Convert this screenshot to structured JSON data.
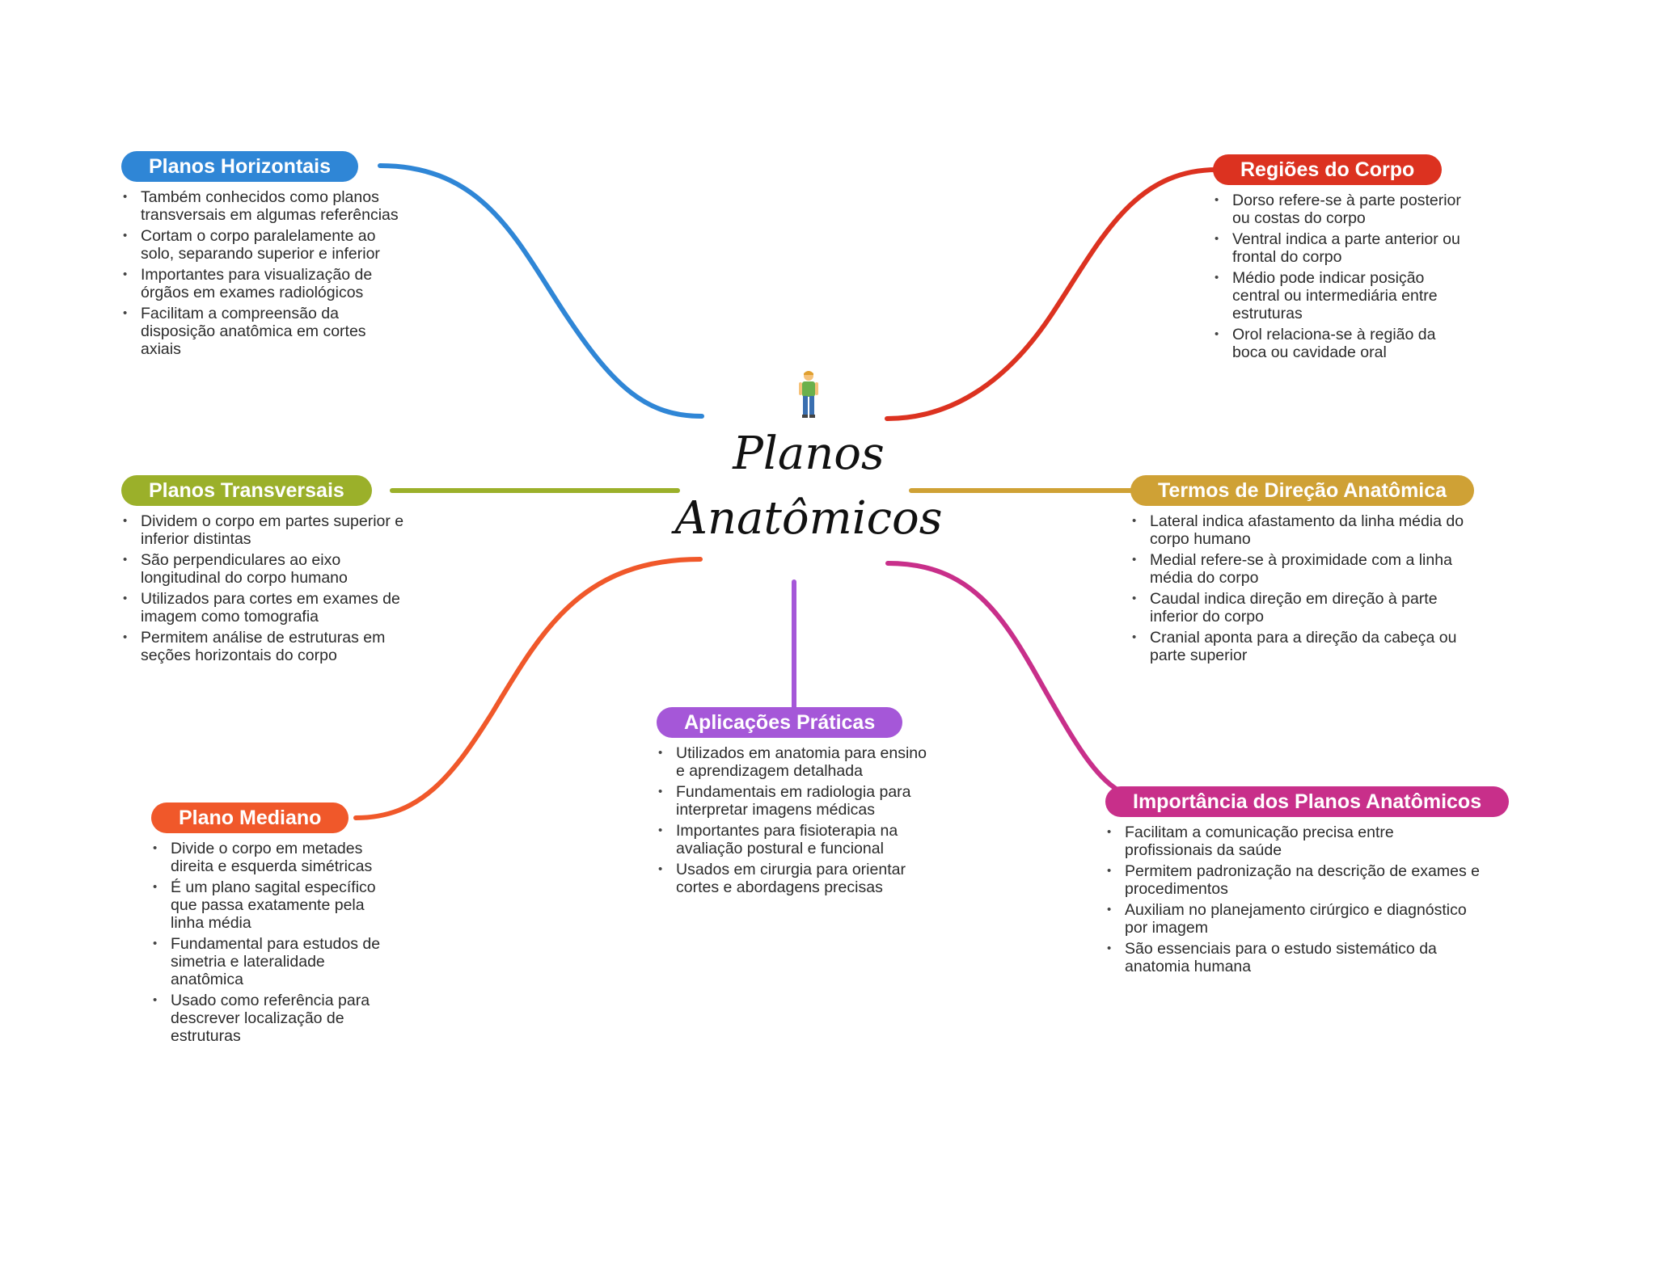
{
  "center": {
    "title_line1": "Planos",
    "title_line2": "Anatômicos",
    "icon": "person-icon"
  },
  "colors": {
    "planos_horizontais": "#2f86d6",
    "regioes_corpo": "#dc3220",
    "planos_transversais": "#9bb02a",
    "termos_direcao": "#cfa135",
    "plano_mediano": "#f0582a",
    "aplicacoes": "#a557d8",
    "importancia": "#c82f8a"
  },
  "branches": {
    "planos_horizontais": {
      "label": "Planos Horizontais",
      "items": [
        "Também conhecidos como planos transversais em algumas referências",
        "Cortam o corpo paralelamente ao solo, separando superior e inferior",
        "Importantes para visualização de órgãos em exames radiológicos",
        "Facilitam a compreensão da disposição anatômica em cortes axiais"
      ]
    },
    "regioes_corpo": {
      "label": "Regiões do Corpo",
      "items": [
        "Dorso refere-se à parte posterior ou costas do corpo",
        "Ventral indica a parte anterior ou frontal do corpo",
        "Médio pode indicar posição central ou intermediária entre estruturas",
        "Orol relaciona-se à região da boca ou cavidade oral"
      ]
    },
    "planos_transversais": {
      "label": "Planos Transversais",
      "items": [
        "Dividem o corpo em partes superior e inferior distintas",
        "São perpendiculares ao eixo longitudinal do corpo humano",
        "Utilizados para cortes em exames de imagem como tomografia",
        "Permitem análise de estruturas em seções horizontais do corpo"
      ]
    },
    "termos_direcao": {
      "label": "Termos de Direção Anatômica",
      "items": [
        "Lateral indica afastamento da linha média do corpo humano",
        "Medial refere-se à proximidade com a linha média do corpo",
        "Caudal indica direção em direção à parte inferior do corpo",
        "Cranial aponta para a direção da cabeça ou parte superior"
      ]
    },
    "plano_mediano": {
      "label": "Plano Mediano",
      "items": [
        "Divide o corpo em metades direita e esquerda simétricas",
        "É um plano sagital específico que passa exatamente pela linha média",
        "Fundamental para estudos de simetria e lateralidade anatômica",
        "Usado como referência para descrever localização de estruturas"
      ]
    },
    "aplicacoes": {
      "label": "Aplicações Práticas",
      "items": [
        "Utilizados em anatomia para ensino e aprendizagem detalhada",
        "Fundamentais em radiologia para interpretar imagens médicas",
        "Importantes para fisioterapia na avaliação postural e funcional",
        "Usados em cirurgia para orientar cortes e abordagens precisas"
      ]
    },
    "importancia": {
      "label": "Importância dos Planos Anatômicos",
      "items": [
        "Facilitam a comunicação precisa entre profissionais da saúde",
        "Permitem padronização na descrição de exames e procedimentos",
        "Auxiliam no planejamento cirúrgico e diagnóstico por imagem",
        "São essenciais para o estudo sistemático da anatomia humana"
      ]
    }
  }
}
